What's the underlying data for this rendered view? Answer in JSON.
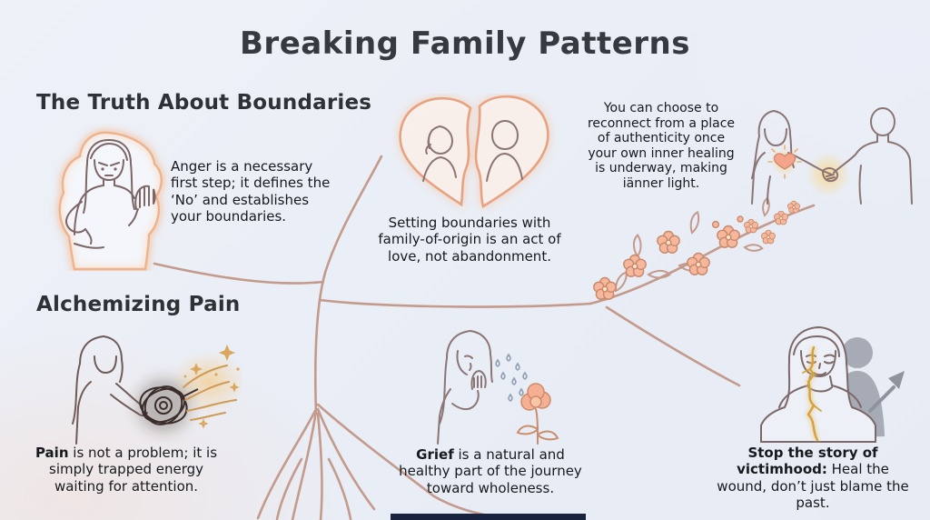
{
  "title": "Breaking Family Patterns",
  "sections": {
    "boundaries": {
      "heading": "The Truth About Boundaries",
      "notes": {
        "anger": "Anger is a necessary first step; it defines the ‘No’ and establishes your boundaries.",
        "heart": "Setting boundaries with family-of-origin is an act of love, not abandonment.",
        "reconnect": "You can choose to reconnect from a place of authenticity once your own inner healing is underway, making iänner light."
      }
    },
    "alchemizing": {
      "heading": "Alchemizing Pain",
      "notes": {
        "pain_lead": "Pain",
        "pain_rest": " is not a problem; it is simply trapped energy waiting for attention.",
        "grief_lead": "Grief",
        "grief_rest": " is a natural and healthy part of the journey toward wholeness.",
        "victimhood_lead": "Stop the story of victimhood:",
        "victimhood_rest": " Heal the wound, don’t just blame the past."
      }
    }
  },
  "illustrations": {
    "woman_saying_no": "woman-raising-hand-boundary-illustration",
    "broken_heart": "split-heart-two-figures-illustration",
    "handshake": "reconnecting-handshake-illustration",
    "tangle": "woman-holding-tangled-energy-illustration",
    "grief": "crying-woman-with-flower-illustration",
    "kintsugi": "healed-woman-gold-crack-illustration",
    "tree": "family-tree-branches-and-roots",
    "vine": "flowering-vine-branch"
  },
  "colors": {
    "background": "#eaeef5",
    "heading_text": "#2e3237",
    "body_text": "#16191d",
    "line_art": "#8b7575",
    "branch": "#c39a8b",
    "glow_peach": "#f3bf9a",
    "flower_fill": "#f6b89c",
    "gold": "#d4a33c",
    "shadow_gray": "#a6abb6",
    "bottom_bar": "#17233f"
  }
}
